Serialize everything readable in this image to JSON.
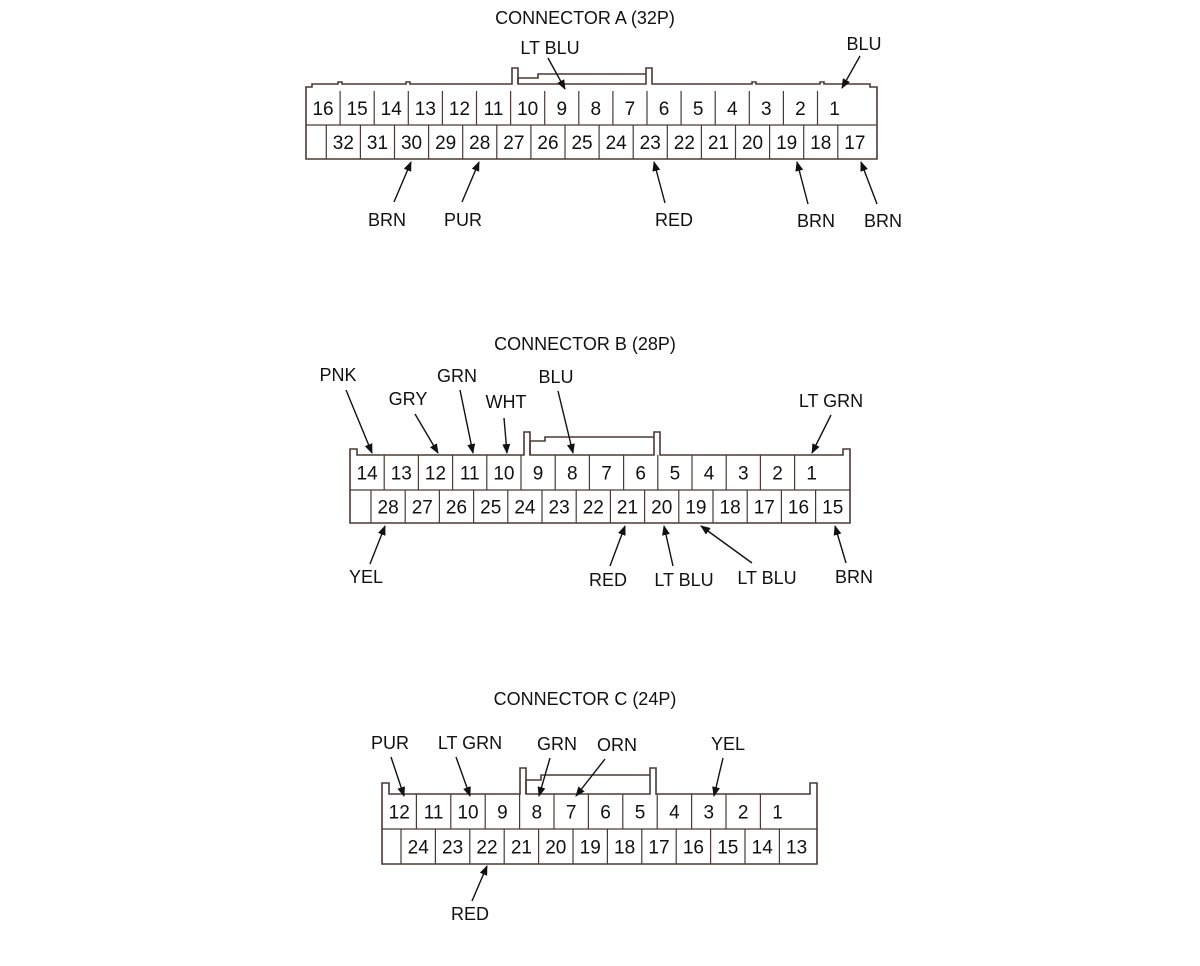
{
  "connectors": [
    {
      "title": "CONNECTOR A (32P)",
      "top_row": [
        "16",
        "15",
        "14",
        "13",
        "12",
        "11",
        "10",
        "9",
        "8",
        "7",
        "6",
        "5",
        "4",
        "3",
        "2",
        "1"
      ],
      "bottom_row": [
        "",
        "32",
        "31",
        "30",
        "29",
        "28",
        "27",
        "26",
        "25",
        "24",
        "23",
        "22",
        "21",
        "20",
        "19",
        "18",
        "17"
      ],
      "wires": [
        {
          "label": "LT BLU",
          "pin": "9"
        },
        {
          "label": "BLU",
          "pin": "1"
        },
        {
          "label": "BRN",
          "pin": "30"
        },
        {
          "label": "PUR",
          "pin": "28"
        },
        {
          "label": "RED",
          "pin": "23"
        },
        {
          "label": "BRN",
          "pin": "19"
        },
        {
          "label": "BRN",
          "pin": "17"
        }
      ]
    },
    {
      "title": "CONNECTOR B (28P)",
      "top_row": [
        "14",
        "13",
        "12",
        "11",
        "10",
        "9",
        "8",
        "7",
        "6",
        "5",
        "4",
        "3",
        "2",
        "1"
      ],
      "bottom_row": [
        "",
        "28",
        "27",
        "26",
        "25",
        "24",
        "23",
        "22",
        "21",
        "20",
        "19",
        "18",
        "17",
        "16",
        "15"
      ],
      "wires": [
        {
          "label": "PNK",
          "pin": "14"
        },
        {
          "label": "GRY",
          "pin": "12"
        },
        {
          "label": "GRN",
          "pin": "11"
        },
        {
          "label": "WHT",
          "pin": "10"
        },
        {
          "label": "BLU",
          "pin": "8"
        },
        {
          "label": "LT GRN",
          "pin": "1"
        },
        {
          "label": "YEL",
          "pin": "28"
        },
        {
          "label": "RED",
          "pin": "21"
        },
        {
          "label": "LT BLU",
          "pin": "20"
        },
        {
          "label": "LT BLU",
          "pin": "19"
        },
        {
          "label": "BRN",
          "pin": "15"
        }
      ]
    },
    {
      "title": "CONNECTOR C (24P)",
      "top_row": [
        "12",
        "11",
        "10",
        "9",
        "8",
        "7",
        "6",
        "5",
        "4",
        "3",
        "2",
        "1"
      ],
      "bottom_row": [
        "",
        "24",
        "23",
        "22",
        "21",
        "20",
        "19",
        "18",
        "17",
        "16",
        "15",
        "14",
        "13"
      ],
      "wires": [
        {
          "label": "PUR",
          "pin": "12"
        },
        {
          "label": "LT GRN",
          "pin": "10"
        },
        {
          "label": "GRN",
          "pin": "8"
        },
        {
          "label": "ORN",
          "pin": "7"
        },
        {
          "label": "YEL",
          "pin": "3"
        },
        {
          "label": "RED",
          "pin": "22"
        }
      ]
    }
  ]
}
